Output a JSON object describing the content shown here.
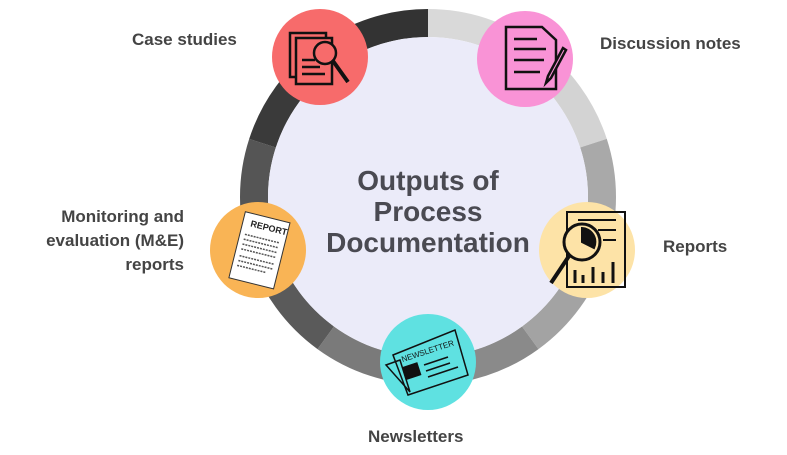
{
  "title": [
    "Outputs of",
    "Process",
    "Documentation"
  ],
  "items": [
    {
      "label": "Case studies",
      "icon": "case-study-magnifier-icon",
      "color": "#f76b6b"
    },
    {
      "label": "Discussion notes",
      "icon": "document-pencil-icon",
      "color": "#f993d6"
    },
    {
      "label": "Reports",
      "icon": "report-chart-magnifier-icon",
      "color": "#fde3a7"
    },
    {
      "label": "Newsletters",
      "icon": "newspaper-icon",
      "color": "#5fe1e1"
    },
    {
      "label_lines": [
        "Monitoring and",
        "evaluation (M&E)",
        "reports"
      ],
      "icon": "report-document-icon",
      "color": "#f9b455"
    }
  ],
  "icon_text": {
    "report": "REPORT",
    "newsletter": "NEWSLETTER"
  }
}
